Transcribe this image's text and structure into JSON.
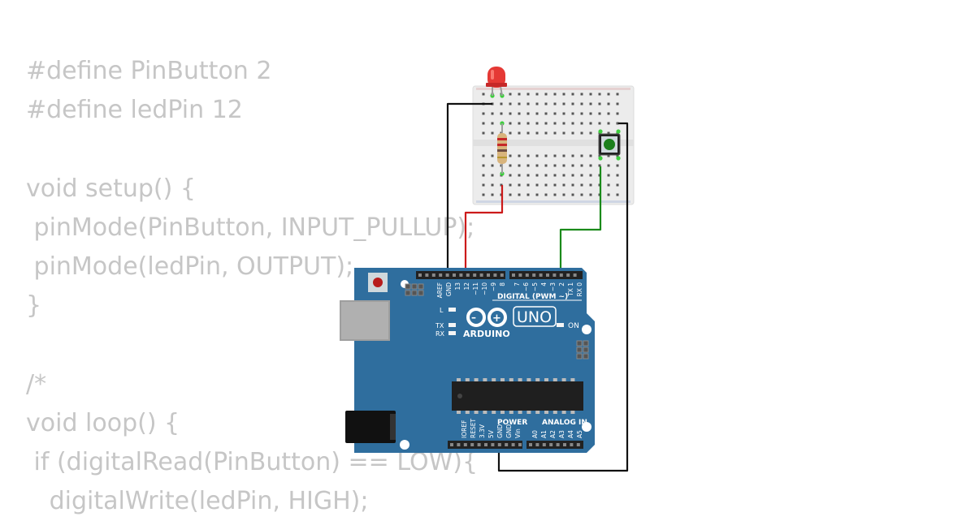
{
  "code": {
    "lines": [
      "#define PinButton 2",
      "#define ledPin 12",
      "",
      "void setup() {",
      " pinMode(PinButton, INPUT_PULLUP);",
      " pinMode(ledPin, OUTPUT);",
      "}",
      "",
      "/*",
      "void loop() {",
      " if (digitalRead(PinButton) == LOW){",
      "   digitalWrite(ledPin, HIGH);"
    ]
  },
  "board": {
    "brand": "ARDUINO",
    "model": "UNO",
    "on_label": "ON",
    "l_label": "L",
    "tx_label": "TX",
    "rx_label": "RX",
    "digital_label": "DIGITAL (PWM ~)",
    "power_label": "POWER",
    "analog_label": "ANALOG IN",
    "top_pin_labels": [
      "AREF",
      "GND",
      "13",
      "12",
      "~11",
      "~10",
      "~9",
      "8",
      "7",
      "~6",
      "~5",
      "4",
      "~3",
      "2",
      "TX 1",
      "RX 0"
    ],
    "bottom_pin_labels": [
      "IOREF",
      "RESET",
      "3.3V",
      "5V",
      "GND",
      "GND",
      "Vin",
      "A0",
      "A1",
      "A2",
      "A3",
      "A4",
      "A5"
    ]
  },
  "colors": {
    "code_text": "#c6c6c6",
    "board_blue": "#2f6e9e",
    "wire_black": "#111111",
    "wire_red": "#cc1a1a",
    "wire_green": "#1a8a1a",
    "led_red": "#e53935",
    "button_green": "#1b7f1b",
    "breadboard": "#ececec"
  }
}
